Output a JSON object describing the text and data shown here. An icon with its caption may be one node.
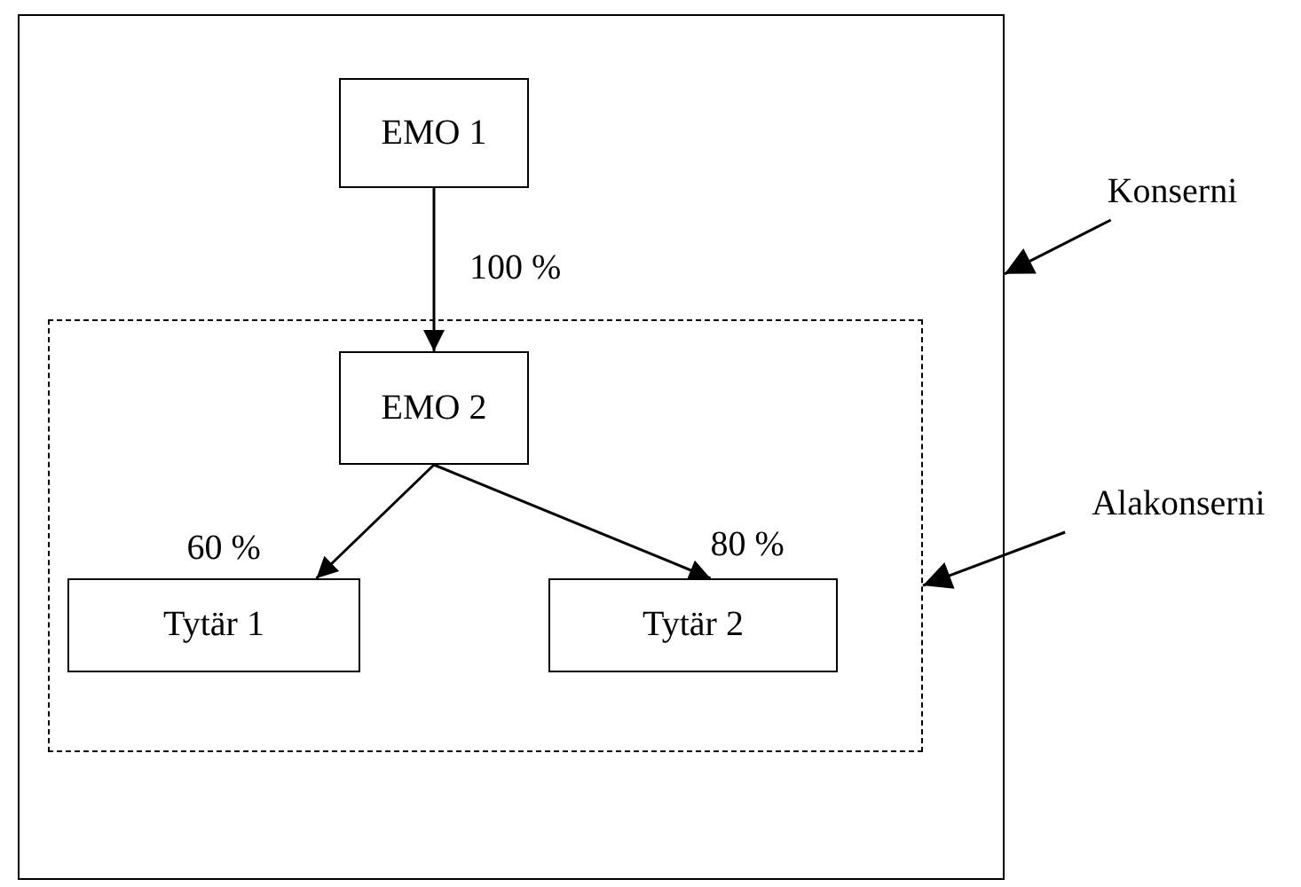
{
  "diagram": {
    "nodes": [
      {
        "text": [],
        "shape": "box"
      },
      {
        "text": [
          "EMO 1"
        ],
        "in": 0
      },
      {
        "text": [],
        "shape": "box",
        "in": 0
      },
      {
        "text": [
          "EMO 2"
        ],
        "in": 2
      },
      {
        "text": [
          "Tytär 1"
        ],
        "in": 2
      },
      {
        "text": [
          "Tytär 2"
        ],
        "in": 2
      },
      {
        "text": [
          "Konserni"
        ]
      },
      {
        "text": [
          "Alakonserni"
        ]
      }
    ],
    "edges": [
      {
        "from": 1,
        "to": 3,
        "arrow": "to",
        "label": "100 %"
      },
      {
        "from": 3,
        "to": 4,
        "arrow": "to",
        "label": "60 %"
      },
      {
        "from": 3,
        "to": 5,
        "arrow": "to",
        "label": "80 %"
      },
      {
        "from": 6,
        "to": 0,
        "arrow": "to"
      },
      {
        "from": 7,
        "to": 2,
        "arrow": "to"
      }
    ]
  }
}
